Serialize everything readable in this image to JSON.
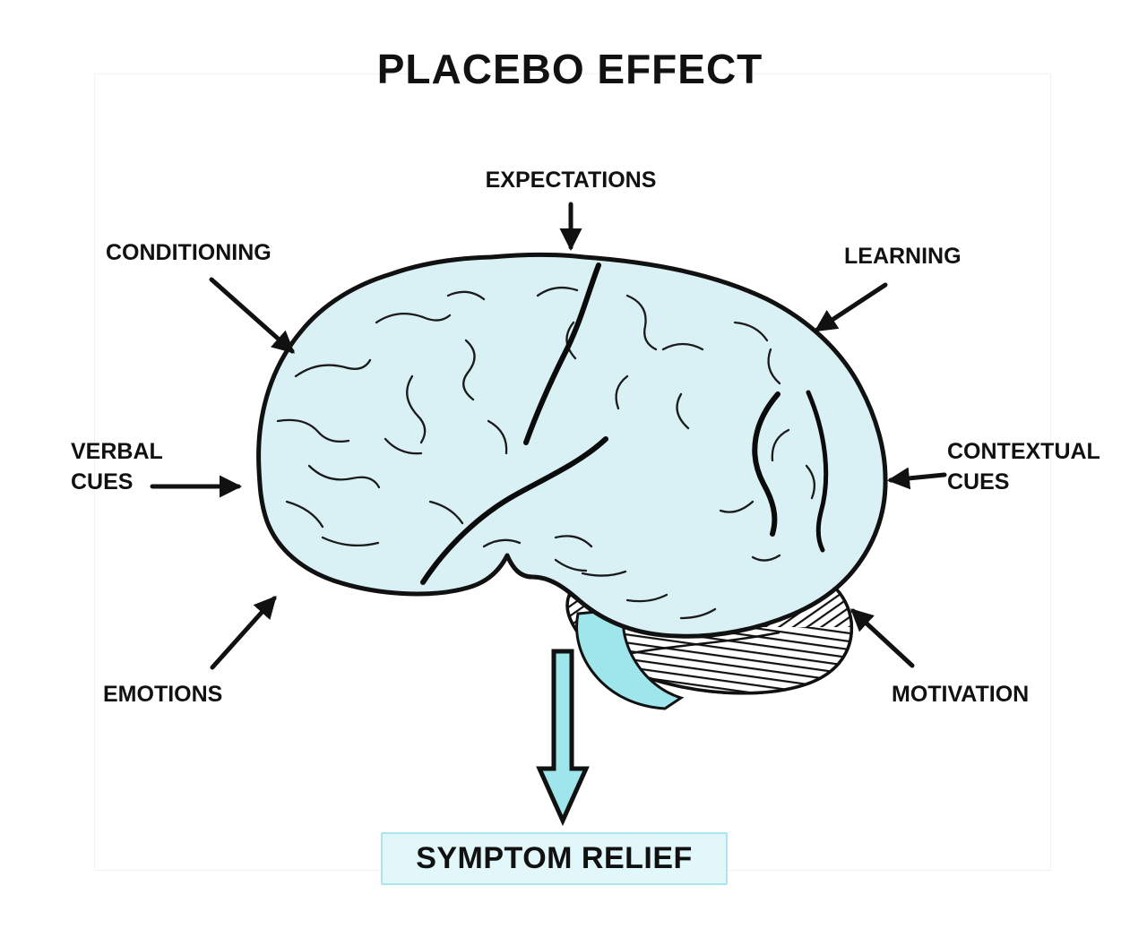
{
  "title": "PLACEBO EFFECT",
  "factors": {
    "expectations": {
      "label": "EXPECTATIONS"
    },
    "conditioning": {
      "label": "CONDITIONING"
    },
    "learning": {
      "label": "LEARNING"
    },
    "verbal_cues": {
      "line1": "VERBAL",
      "line2": "CUES"
    },
    "contextual_cues": {
      "line1": "CONTEXTUAL",
      "line2": "CUES"
    },
    "emotions": {
      "label": "EMOTIONS"
    },
    "motivation": {
      "label": "MOTIVATION"
    }
  },
  "outcome": {
    "label": "SYMPTOM RELIEF"
  },
  "colors": {
    "ink": "#111111",
    "brain_fill": "#d9f1f5",
    "accent_cyan": "#9fe5ec",
    "outcome_fill": "#e2f7fa",
    "outcome_border": "#a9e6ef"
  }
}
